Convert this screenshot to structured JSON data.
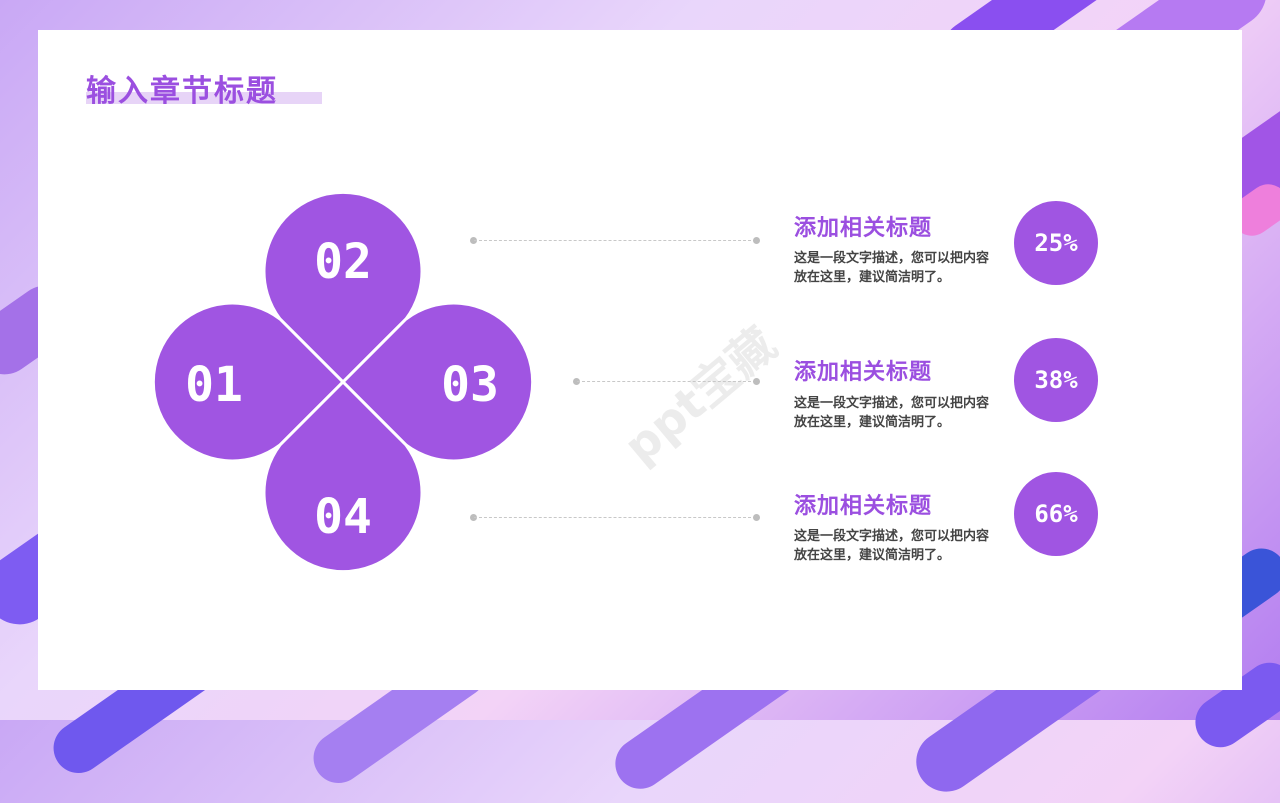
{
  "slide": {
    "title": "输入章节标题",
    "watermark": "ppt宝藏",
    "petals": [
      "02",
      "01",
      "03",
      "04"
    ],
    "items": [
      {
        "heading": "添加相关标题",
        "description": "这是一段文字描述，您可以把内容放在这里，建议简洁明了。",
        "percent": "25%"
      },
      {
        "heading": "添加相关标题",
        "description": "这是一段文字描述，您可以把内容放在这里，建议简洁明了。",
        "percent": "38%"
      },
      {
        "heading": "添加相关标题",
        "description": "这是一段文字描述，您可以把内容放在这里，建议简洁明了。",
        "percent": "66%"
      }
    ]
  },
  "colors": {
    "accent": "#9b4fe0",
    "petal": "#a055e2",
    "connector": "#c8c8c8"
  }
}
